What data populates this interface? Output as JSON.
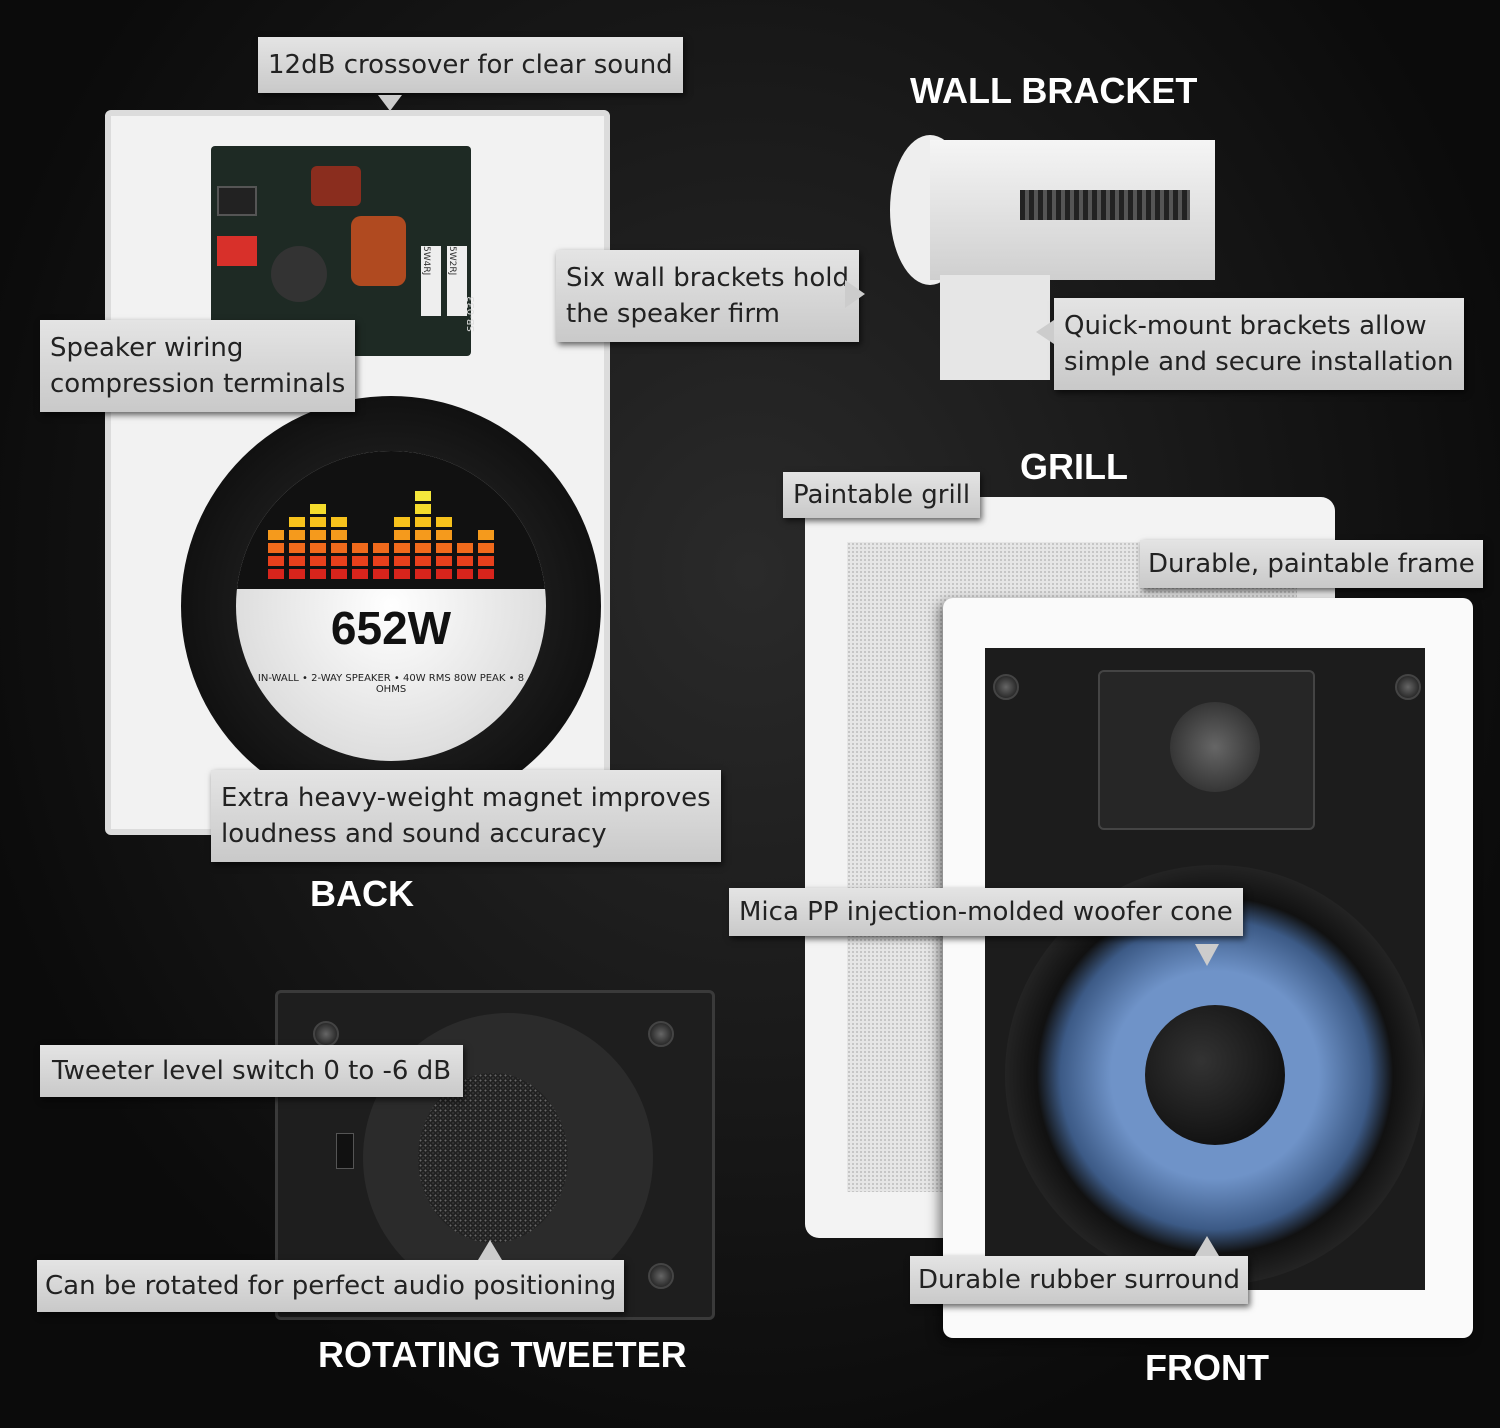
{
  "headings": {
    "wall_bracket": "WALL BRACKET",
    "grill": "GRILL",
    "back": "BACK",
    "rotating_tweeter": "ROTATING TWEETER",
    "front": "FRONT"
  },
  "callouts": {
    "crossover": "12dB crossover for clear sound",
    "brackets": [
      "Six wall brackets hold",
      "the speaker firm"
    ],
    "wiring": [
      "Speaker wiring",
      "compression terminals"
    ],
    "magnet": [
      "Extra heavy-weight magnet improves",
      "loudness and sound accuracy"
    ],
    "quick_mount": [
      "Quick-mount brackets allow",
      "simple and secure installation"
    ],
    "paintable_grill": "Paintable grill",
    "frame": "Durable, paintable frame",
    "woofer": "Mica PP injection-molded woofer cone",
    "surround": "Durable rubber surround",
    "tweeter_switch": "Tweeter level switch 0 to -6 dB",
    "rotate": "Can be rotated for perfect audio positioning"
  },
  "magnet_label": {
    "power": "652W",
    "specs": "IN-WALL • 2-WAY SPEAKER • 40W RMS 80W PEAK • 8 OHMS"
  },
  "board_text": {
    "model": "SB-033",
    "res1": "5W4RJ",
    "res2": "5W2RJ"
  },
  "colors": {
    "woofer_cone": "#6f93c8",
    "label_bg": "#d6d6d6"
  }
}
